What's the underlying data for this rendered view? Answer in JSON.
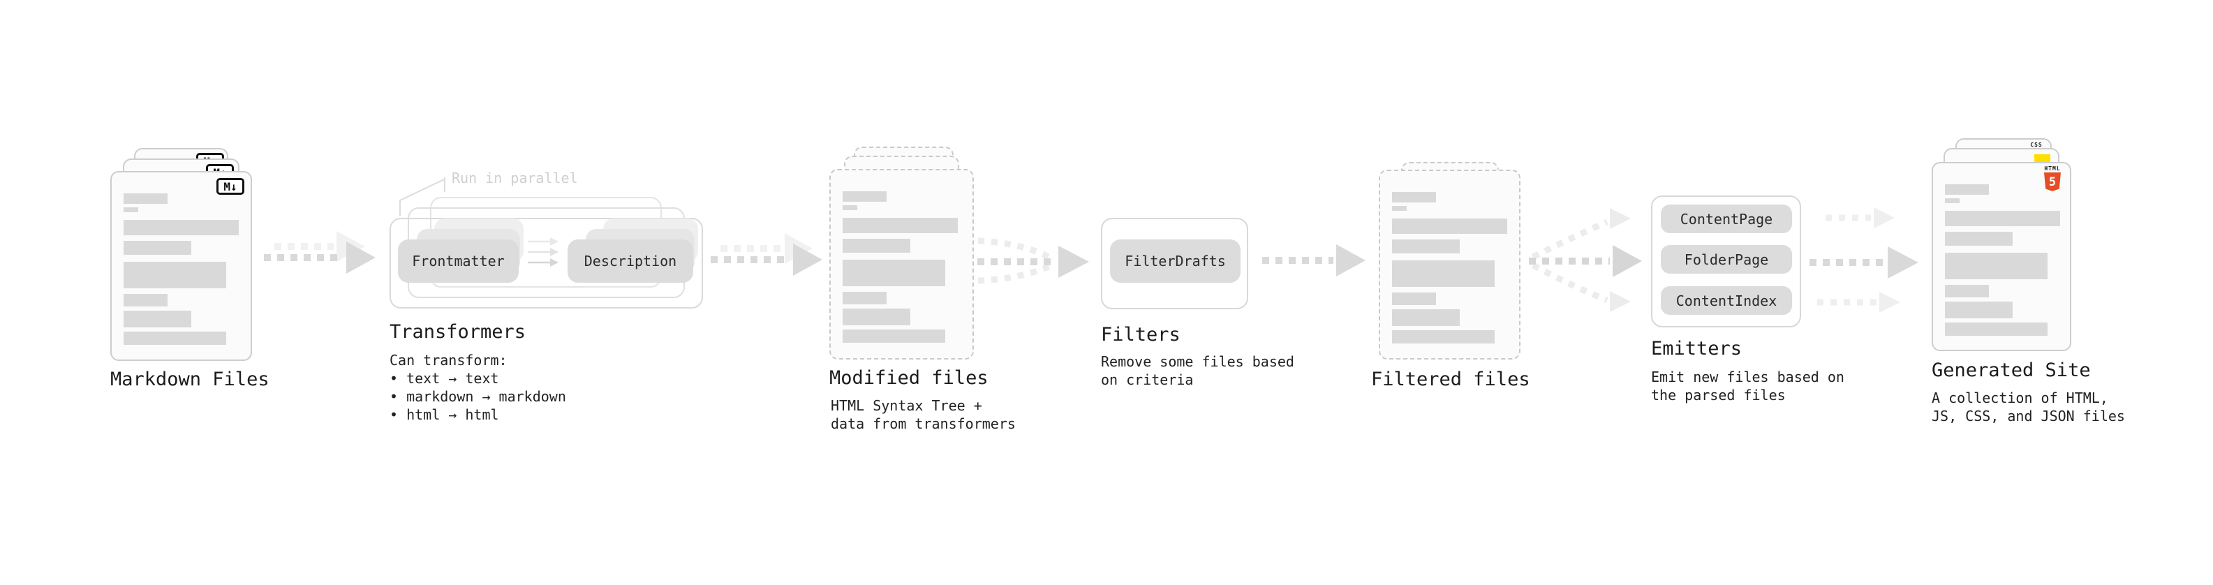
{
  "stages": {
    "markdown_files": {
      "label": "Markdown Files",
      "badge": "M↓"
    },
    "transformers": {
      "title": "Transformers",
      "callout": "Run in parallel",
      "pills": [
        "Frontmatter",
        "Description"
      ],
      "description": "Can transform:\n • text → text\n • markdown → markdown\n • html → html"
    },
    "modified_files": {
      "title": "Modified files",
      "description": "HTML Syntax Tree +\ndata from transformers"
    },
    "filters": {
      "title": "Filters",
      "pill": "FilterDrafts",
      "description": "Remove some files based\non criteria"
    },
    "filtered_files": {
      "label": "Filtered files"
    },
    "emitters": {
      "title": "Emitters",
      "pills": [
        "ContentPage",
        "FolderPage",
        "ContentIndex"
      ],
      "description": "Emit new files based on\nthe parsed files"
    },
    "generated_site": {
      "title": "Generated Site",
      "description": "A collection of HTML,\nJS, CSS, and JSON files",
      "badges": {
        "html_label": "HTML",
        "html_number": "5",
        "css_label": "CSS"
      }
    }
  },
  "colors": {
    "arrow_gray": "#d9d9d9",
    "arrow_light": "#efefef",
    "pill_fill": "#dcdcdc",
    "card_border": "#cdcdcd",
    "content_bar": "#d9d9d9",
    "text": "#1c1c1c",
    "muted_callout": "#cfcfcf",
    "html5_orange": "#e44d26",
    "js_yellow": "#ffdf00",
    "css_blue": "#2864f0"
  }
}
